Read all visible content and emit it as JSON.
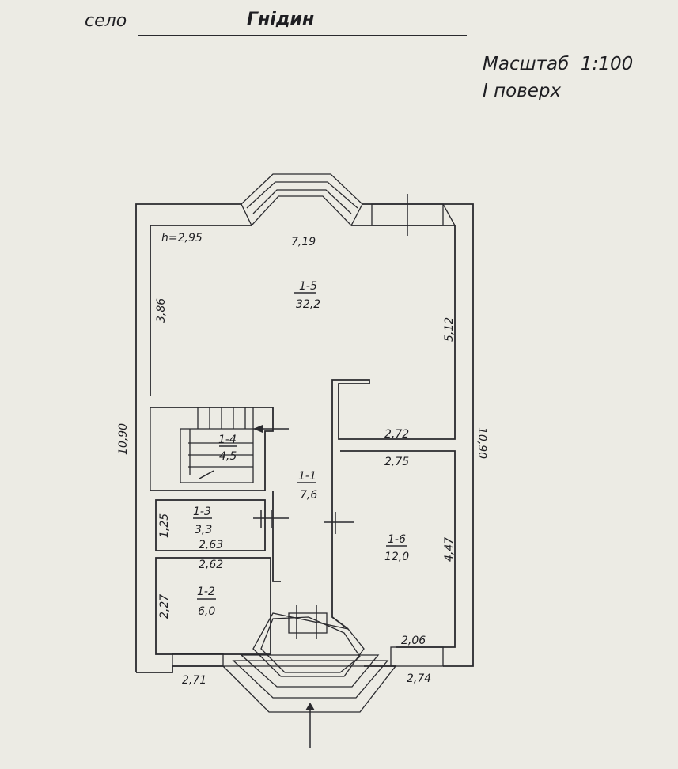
{
  "header": {
    "village_label": "село",
    "village_name": "Гнідин",
    "scale": "Масштаб  1:100",
    "floor": "I поверх"
  },
  "plan": {
    "ceiling_height": "h=2,95",
    "overall_width_label": "10,90",
    "overall_width_label_right": "10,90",
    "rooms": {
      "r15": {
        "number": "1-5",
        "area": "32,2"
      },
      "r14": {
        "number": "1-4",
        "area": "4,5"
      },
      "r11": {
        "number": "1-1",
        "area": "7,6"
      },
      "r13": {
        "number": "1-3",
        "area": "3,3"
      },
      "r12": {
        "number": "1-2",
        "area": "6,0"
      },
      "r16": {
        "number": "1-6",
        "area": "12,0"
      }
    },
    "dimensions": {
      "d_719": "7,19",
      "d_386": "3,86",
      "d_512": "5,12",
      "d_272": "2,72",
      "d_275": "2,75",
      "d_447": "4,47",
      "d_125": "1,25",
      "d_263": "2,63",
      "d_262": "2,62",
      "d_227": "2,27",
      "d_206": "2,06",
      "d_271": "2,71",
      "d_274": "2,74"
    }
  }
}
